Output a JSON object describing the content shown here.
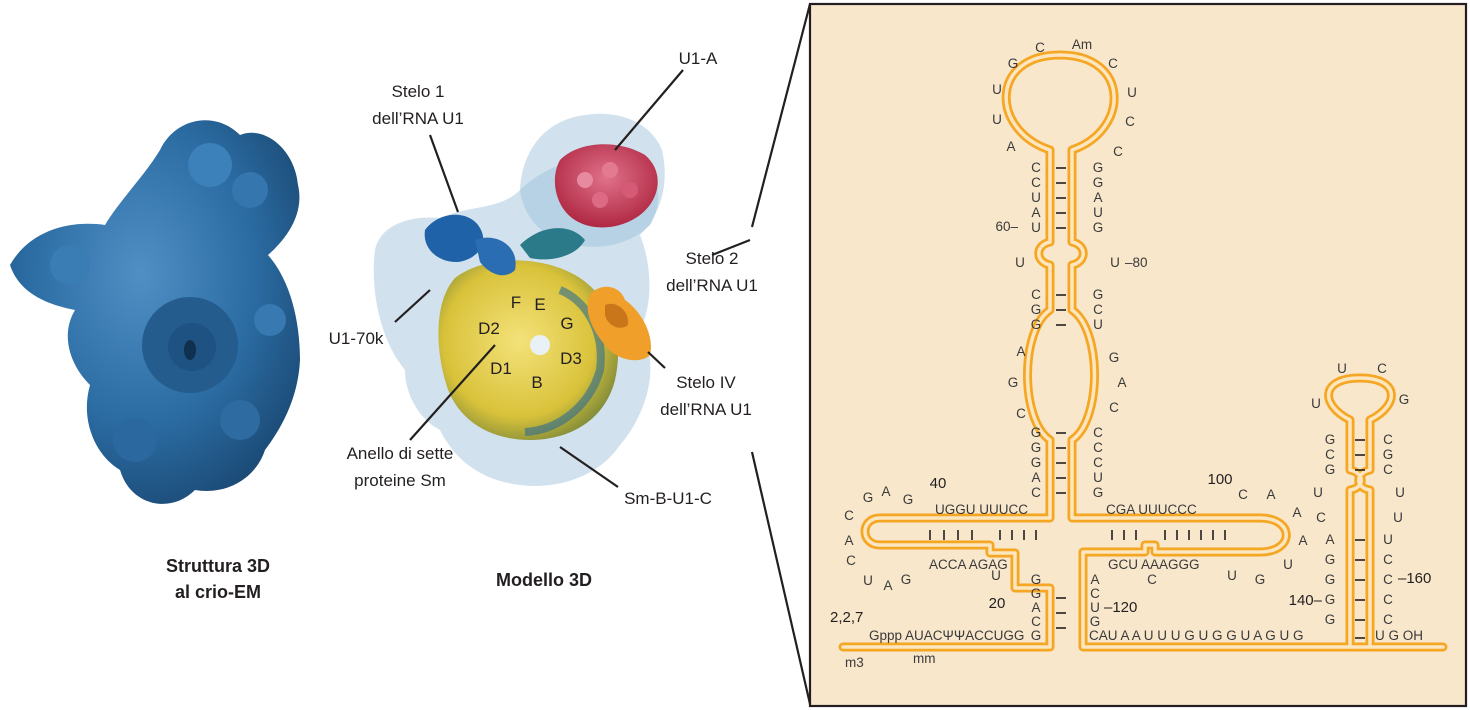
{
  "left_panel": {
    "caption_line1": "Struttura 3D",
    "caption_line2": "al crio-EM"
  },
  "middle_panel": {
    "caption": "Modello 3D",
    "labels": {
      "u1a": "U1-A",
      "stem1_l1": "Stelo 1",
      "stem1_l2": "dell’RNA U1",
      "stem2_l1": "Stelo 2",
      "stem2_l2": "dell’RNA U1",
      "stem4_l1": "Stelo IV",
      "stem4_l2": "dell’RNA U1",
      "u170k": "U1-70k",
      "ring_l1": "Anello di sette",
      "ring_l2": "proteine Sm",
      "smb": "Sm-B-U1-C"
    },
    "sm_proteins": [
      "F",
      "E",
      "D2",
      "G",
      "D1",
      "D3",
      "B"
    ]
  },
  "right_panel": {
    "stem1_top_loop": [
      "A",
      "U",
      "U",
      "G",
      "C",
      "Am",
      "C",
      "U",
      "C",
      "C"
    ],
    "stem1_upper_left": [
      "C",
      "C",
      "U",
      "A",
      "U"
    ],
    "stem1_upper_right": [
      "G",
      "G",
      "A",
      "U",
      "G"
    ],
    "bulge_left": "U",
    "bulge_right": "U",
    "stem1_mid_left": [
      "C",
      "G",
      "G"
    ],
    "stem1_mid_right": [
      "G",
      "C",
      "U"
    ],
    "internal_left": [
      "A",
      "G",
      "C"
    ],
    "internal_right": [
      "G",
      "A",
      "C"
    ],
    "stem1_low_left": [
      "G",
      "G",
      "G",
      "A",
      "C"
    ],
    "stem1_low_right": [
      "C",
      "C",
      "C",
      "U",
      "G"
    ],
    "left_arm_top": "UGGU  UUUCC",
    "left_arm_bottom": "ACCA  AGAG",
    "left_loop_top": [
      "G",
      "A",
      "G"
    ],
    "left_loop_side": [
      "C",
      "A",
      "C",
      "U",
      "A",
      "G"
    ],
    "left_bulge": "U",
    "left_stem_vert": [
      "G",
      "G",
      "A",
      "C",
      "G"
    ],
    "right_arm_top": "CGA  UUUCCC",
    "right_arm_bottom": "GCU  AAAGGG",
    "right_bulge": "C",
    "right_loop": [
      "C",
      "A",
      "A",
      "A",
      "U",
      "G",
      "U"
    ],
    "junction_vert": [
      "A",
      "C",
      "U",
      "G"
    ],
    "stem4_left": [
      "G",
      "C",
      "G",
      "U",
      "C",
      "A",
      "G",
      "G",
      "G",
      "G"
    ],
    "stem4_right": [
      "C",
      "G",
      "C",
      "U",
      "U",
      "U",
      "C",
      "C",
      "C",
      "C"
    ],
    "stem4_loop": [
      "U",
      "U",
      "C",
      "G"
    ],
    "strand_5prime": "Gppp AUACΨΨACCUGG",
    "strand_3prime": "CAU A A U U U G U G G U A G U G",
    "tail_end": "U G   OH",
    "cap_label": "2,2,7",
    "m3": "m3",
    "mm": "mm",
    "num_20": "20",
    "num_40": "40",
    "num_60": "60–",
    "num_80": "–80",
    "num_100": "100",
    "num_120": "–120",
    "num_140": "140–",
    "num_160": "–160"
  },
  "colors": {
    "protein_blue": "#2b6ca3",
    "rna_orange": "#f5a623",
    "panel_bg": "#f8e7cb",
    "sm_yellow": "#e3cf3e",
    "u1a_red": "#c8324a",
    "translucent": "#b9d3e6"
  }
}
